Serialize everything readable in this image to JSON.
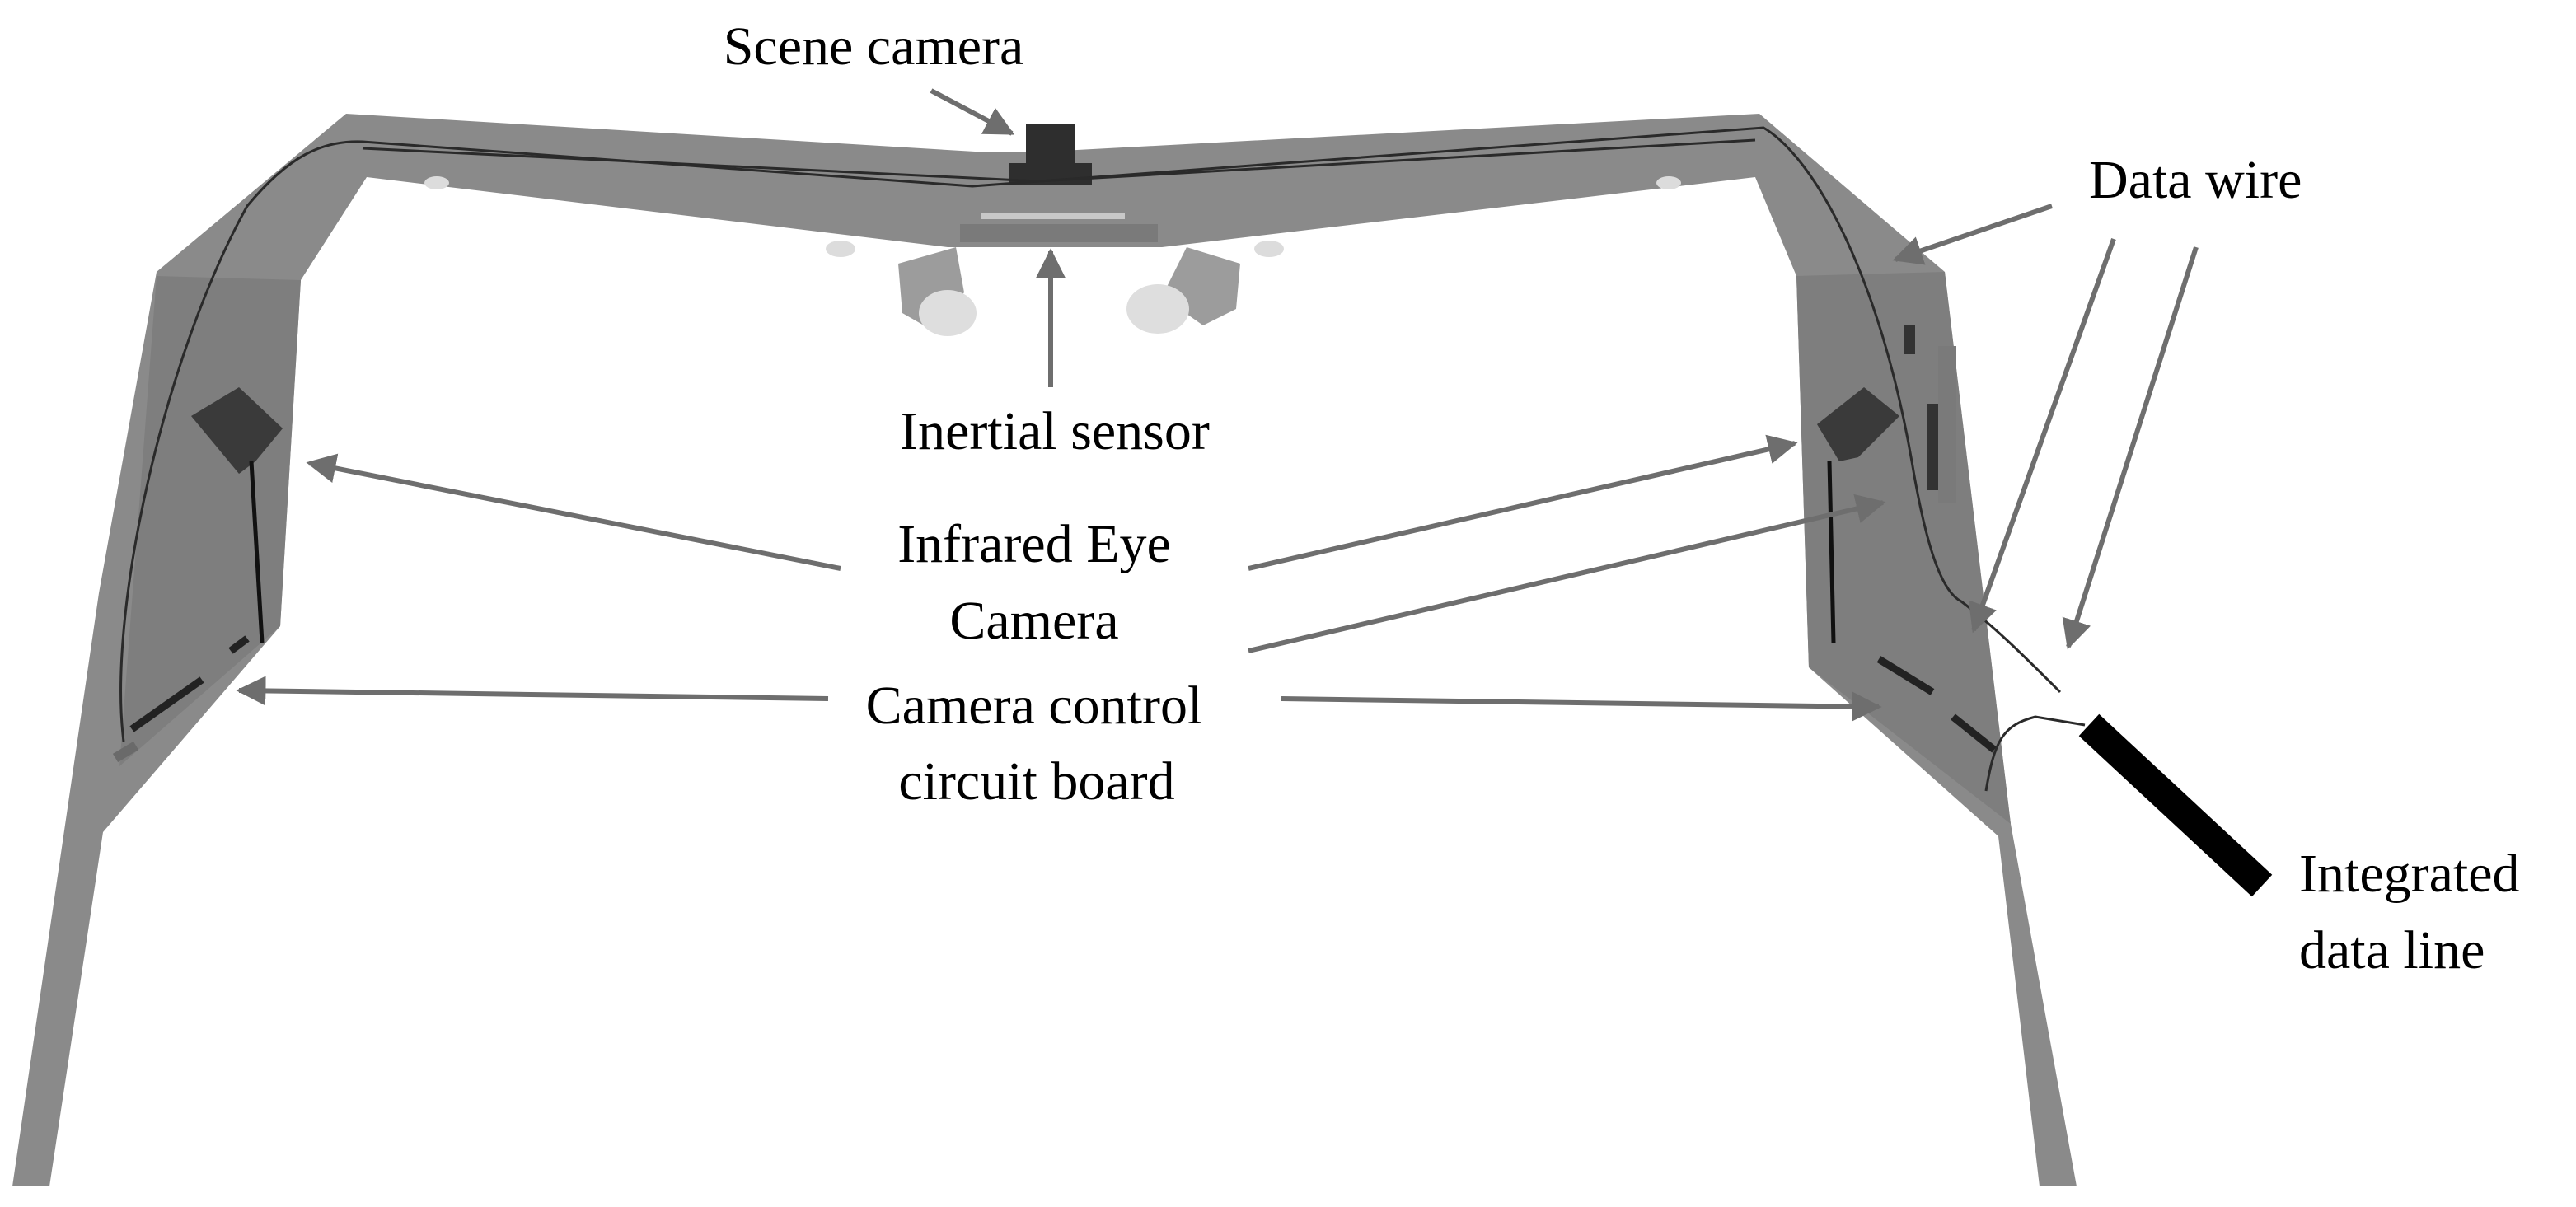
{
  "labels": {
    "scene_camera": "Scene camera",
    "inertial_sensor": "Inertial sensor",
    "infrared_eye_camera_line1": "Infrared Eye",
    "infrared_eye_camera_line2": "Camera",
    "camera_control_line1": "Camera control",
    "camera_control_line2": "circuit board",
    "data_wire": "Data wire",
    "integrated_data_line_line1": "Integrated",
    "integrated_data_line_line2": "data line"
  },
  "colors": {
    "frame": "#8a8a8a",
    "component_dark": "#3a3a3a",
    "arrow": "#6e6e6e",
    "cable": "#000000",
    "background": "#ffffff"
  }
}
